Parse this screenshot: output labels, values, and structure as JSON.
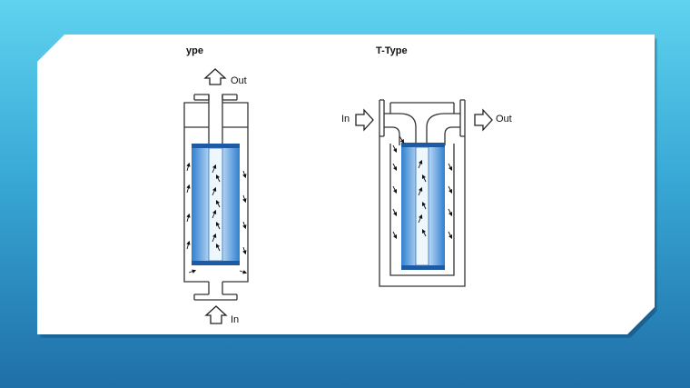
{
  "diagram": {
    "left_title": "ype",
    "right_title": "T-Type",
    "left_out": "Out",
    "left_in": "In",
    "right_in": "In",
    "right_out": "Out"
  },
  "colors": {
    "background_top": "#5fd3ef",
    "background_bottom": "#1f6fa8",
    "cartridge_blue": "#3f8fd6",
    "cap_dark_blue": "#1d5aa6"
  }
}
